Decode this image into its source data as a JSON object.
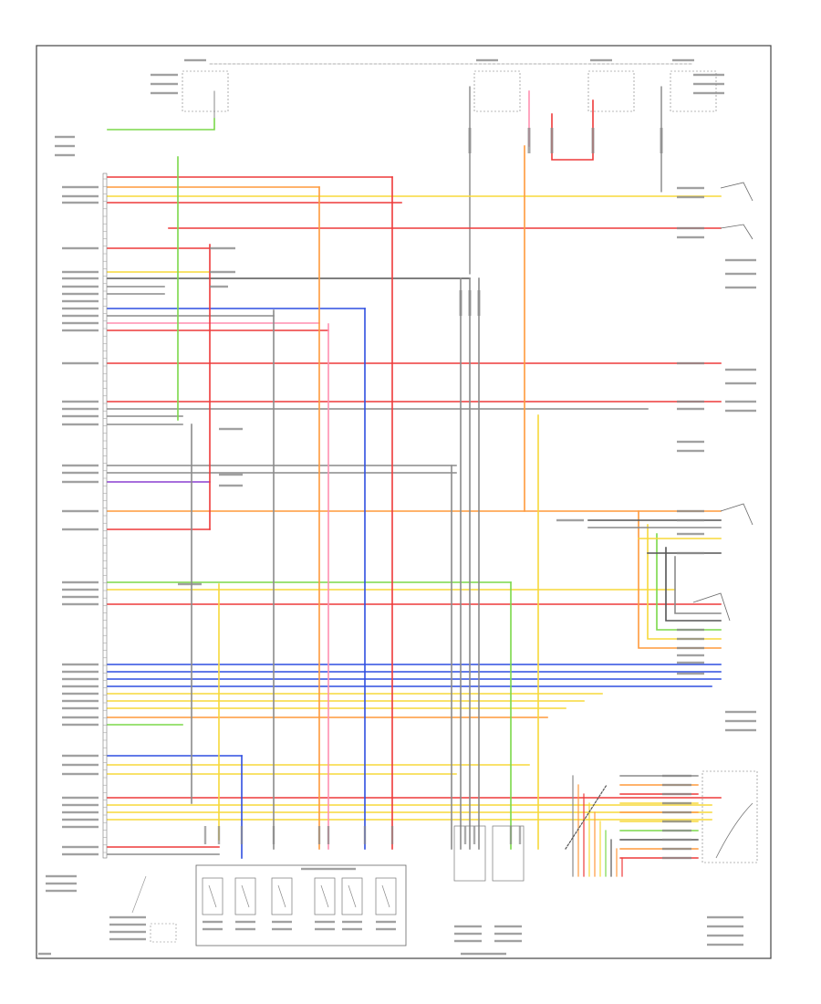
{
  "diagram": {
    "frame_label": "",
    "colors": {
      "red": "#ee3a3a",
      "pink": "#ff8fb0",
      "orange": "#ff9a3c",
      "yellow": "#f7d93a",
      "green": "#7bd94a",
      "blue": "#2f4fe0",
      "violet": "#8a3fd0",
      "grey": "#8a8a8a",
      "dark": "#555555",
      "frame": "#444444",
      "block": "#666666"
    },
    "top_fuses": [
      {
        "name": "top-fuse-1"
      },
      {
        "name": "top-fuse-2"
      },
      {
        "name": "top-fuse-3"
      },
      {
        "name": "top-fuse-4"
      }
    ],
    "bottom_components": [
      {
        "name": "solenoid-a"
      },
      {
        "name": "solenoid-b"
      },
      {
        "name": "solenoid-c"
      },
      {
        "name": "solenoid-d"
      },
      {
        "name": "solenoid-e"
      },
      {
        "name": "solenoid-f"
      }
    ],
    "speed_sensors": [
      {
        "name": "speed-sensor-a"
      },
      {
        "name": "speed-sensor-b"
      }
    ]
  }
}
